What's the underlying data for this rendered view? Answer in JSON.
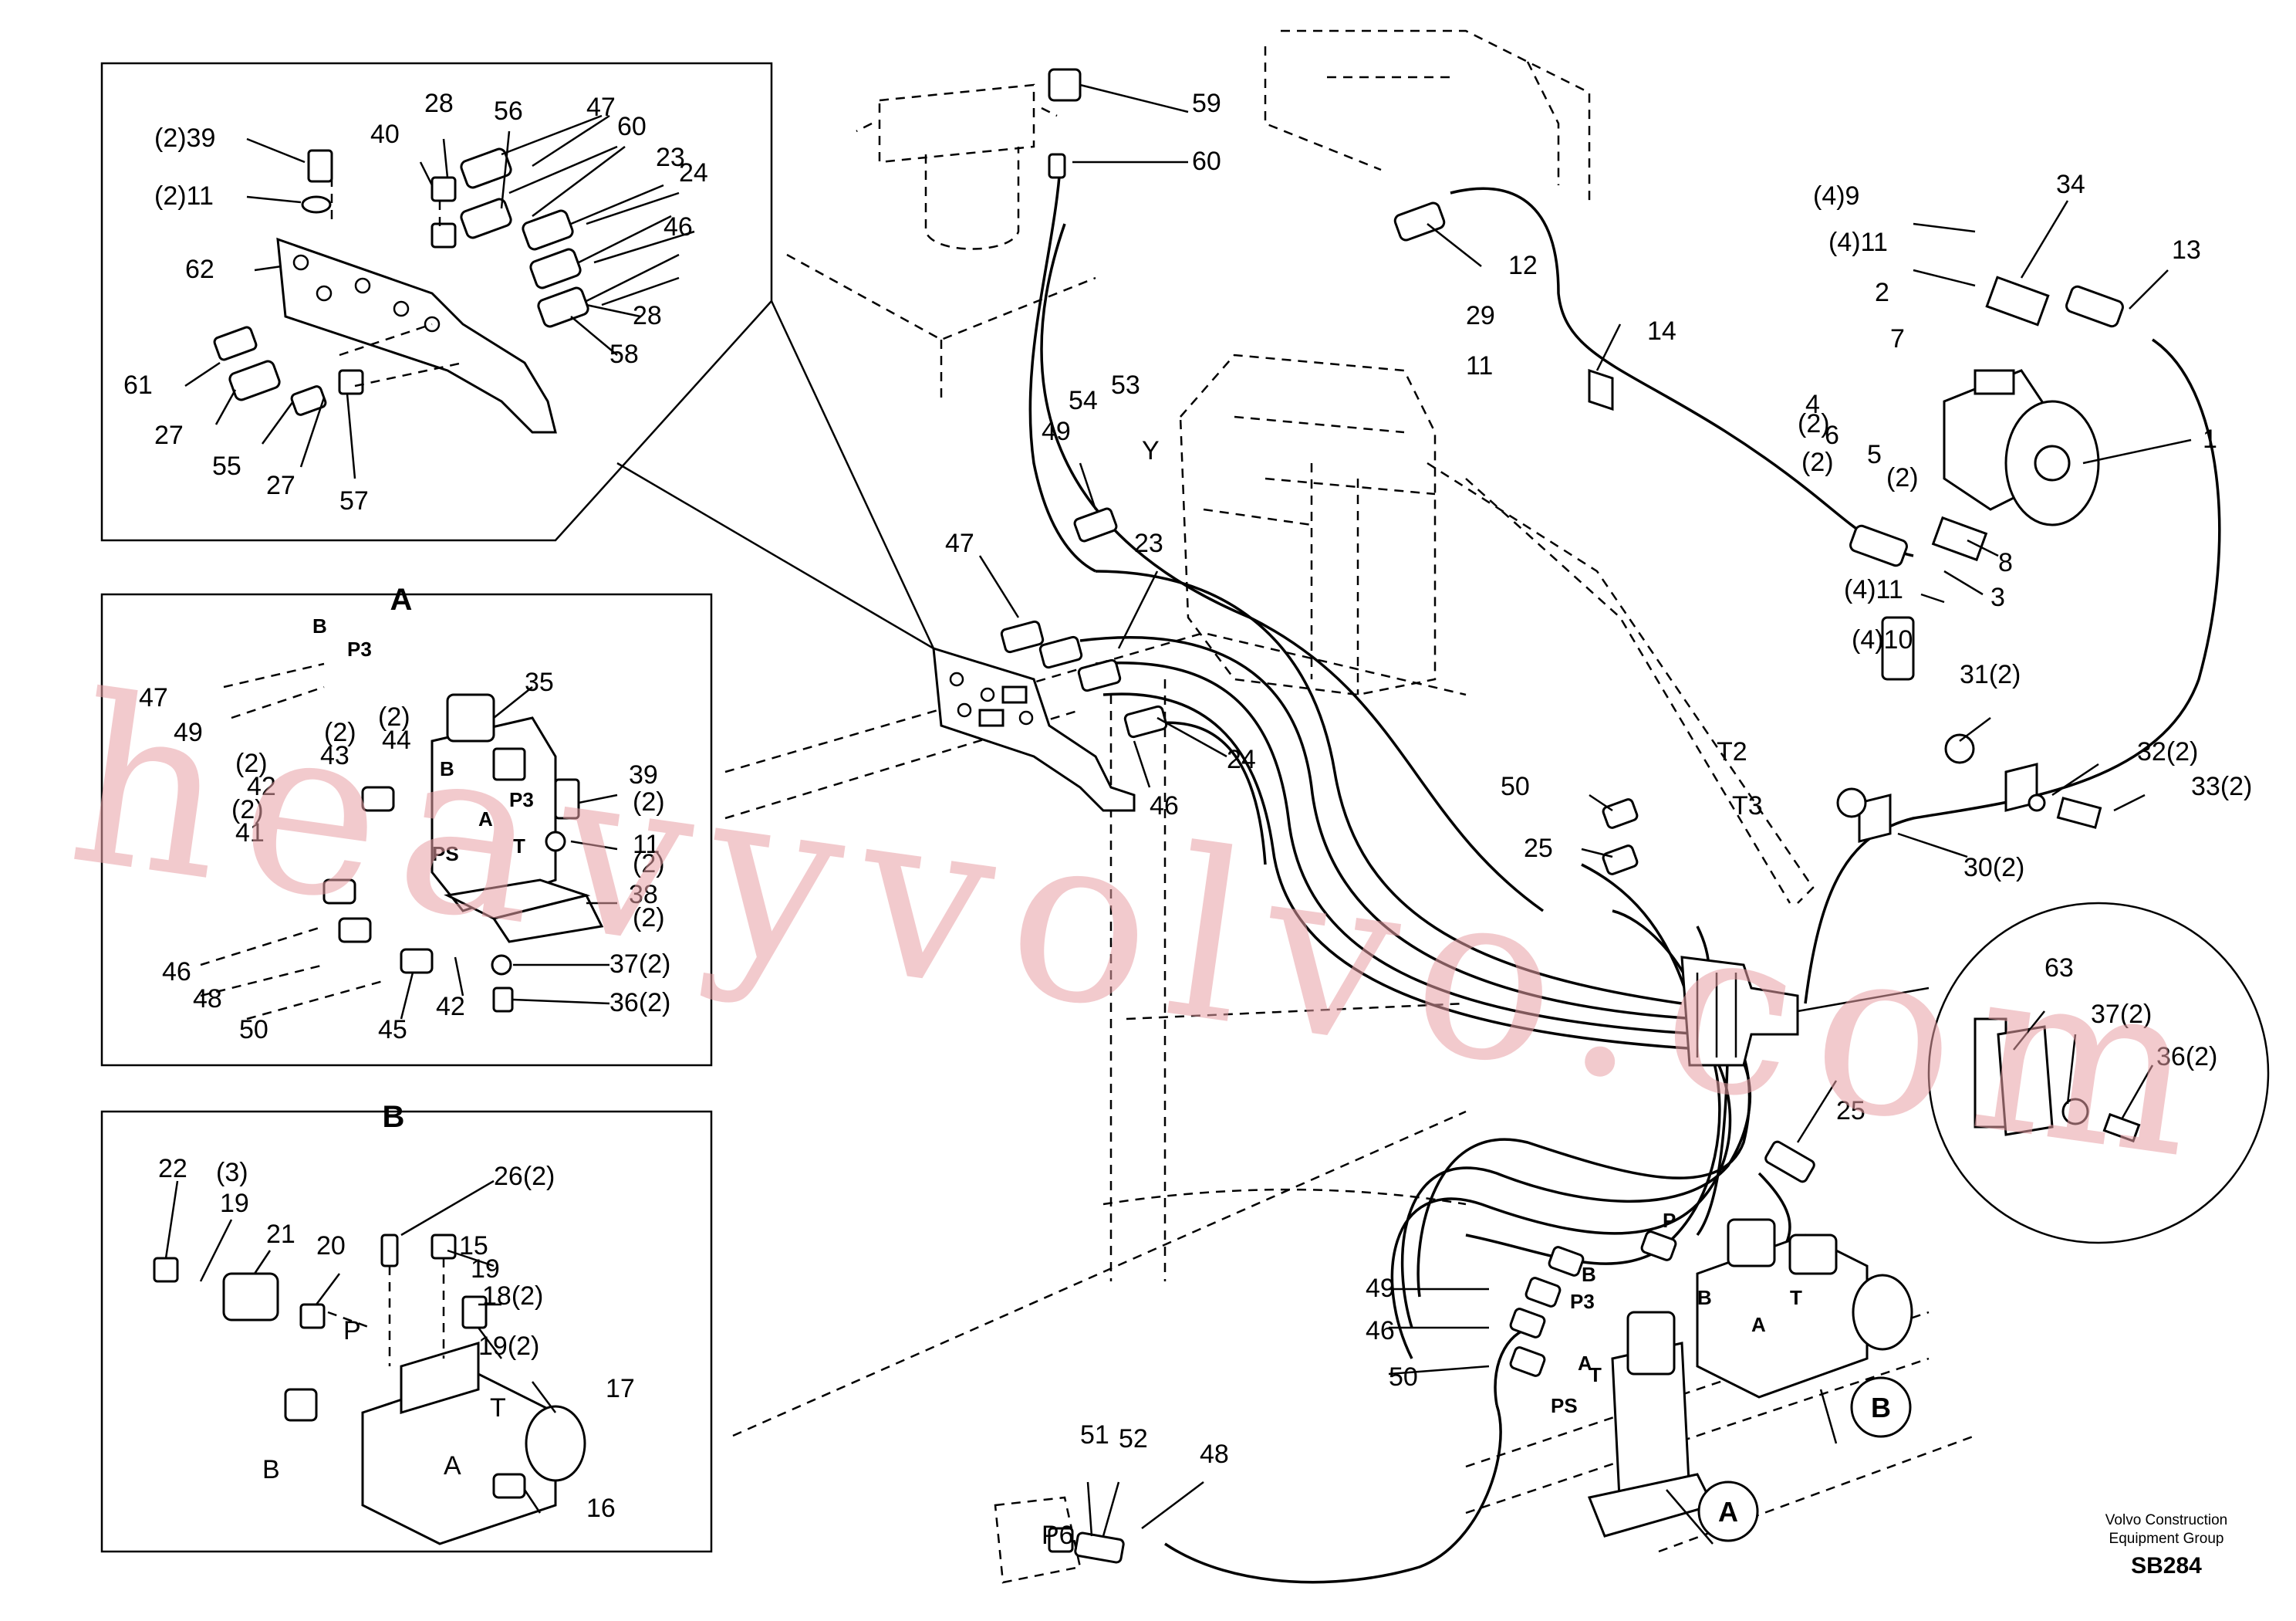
{
  "watermark": "heavyvolvo.com",
  "insets": {
    "A": {
      "title": "A"
    },
    "B": {
      "title": "B"
    }
  },
  "callouts": {
    "A": "A",
    "B": "B"
  },
  "footer": {
    "company": "Volvo Construction\nEquipment Group",
    "code": "SB284"
  },
  "labels": {
    "top_inset": [
      "(2)39",
      "(2)11",
      "62",
      "61",
      "27",
      "55",
      "27",
      "57",
      "40",
      "28",
      "56",
      "47",
      "60",
      "23",
      "24",
      "46",
      "28",
      "58"
    ],
    "inset_a": [
      "47",
      "49",
      "(2)",
      "43",
      "(2)",
      "44",
      "(2)",
      "42",
      "(2)",
      "41",
      "46",
      "48",
      "50",
      "45",
      "42",
      "35",
      "39",
      "(2)",
      "11",
      "(2)",
      "38",
      "(2)",
      "37(2)",
      "36(2)"
    ],
    "inset_a_ports": [
      "B",
      "P3",
      "B",
      "P3",
      "A",
      "PS",
      "T"
    ],
    "inset_b": [
      "22",
      "(3)",
      "19",
      "21",
      "20",
      "P",
      "B",
      "26(2)",
      "15",
      "19",
      "18(2)",
      "19(2)",
      "17",
      "T",
      "A",
      "16"
    ],
    "main": [
      "59",
      "60",
      "12",
      "29",
      "11",
      "14",
      "(4)9",
      "(4)11",
      "34",
      "13",
      "2",
      "7",
      "4",
      "(2)",
      "6",
      "(2)",
      "5",
      "(2)",
      "1",
      "8",
      "3",
      "(4)11",
      "(4)10",
      "49",
      "54",
      "53",
      "Y",
      "47",
      "23",
      "24",
      "46",
      "50",
      "T2",
      "T3",
      "25",
      "31(2)",
      "32(2)",
      "33(2)",
      "30(2)",
      "63",
      "37(2)",
      "36(2)",
      "25",
      "49",
      "46",
      "50",
      "51",
      "52",
      "48",
      "P6"
    ],
    "main_ports": [
      "P",
      "B",
      "P3",
      "B",
      "T",
      "A",
      "A",
      "T",
      "PS"
    ]
  }
}
